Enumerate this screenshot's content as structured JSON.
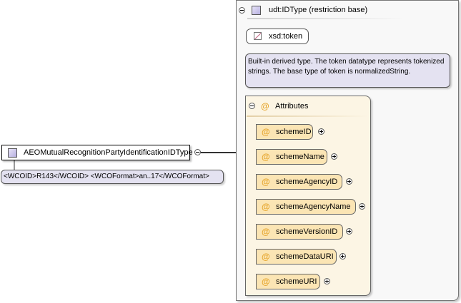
{
  "complex_type": {
    "name": "AEOMutualRecognitionPartyIdentificationIDType",
    "documentation": "<WCOID>R143</WCOID> <WCOFormat>an..17</WCOFormat>"
  },
  "restriction": {
    "title": "udt:IDType (restriction base)",
    "base_type": "xsd:token",
    "description": "Built-in derived type. The token datatype represents tokenized strings. The base type of token is normalizedString."
  },
  "attributes": {
    "header": "Attributes",
    "icon_glyph": "@",
    "items": [
      {
        "name": "schemeID"
      },
      {
        "name": "schemeName"
      },
      {
        "name": "schemeAgencyID"
      },
      {
        "name": "schemeAgencyName"
      },
      {
        "name": "schemeVersionID"
      },
      {
        "name": "schemeDataURI"
      },
      {
        "name": "schemeURI"
      }
    ]
  },
  "colors": {
    "type_doc_bg": "#e4e2f1",
    "attribute_group_bg": "#fcf5e4",
    "attribute_bg": "#fbe5b4",
    "attribute_icon": "#e6a52b"
  }
}
